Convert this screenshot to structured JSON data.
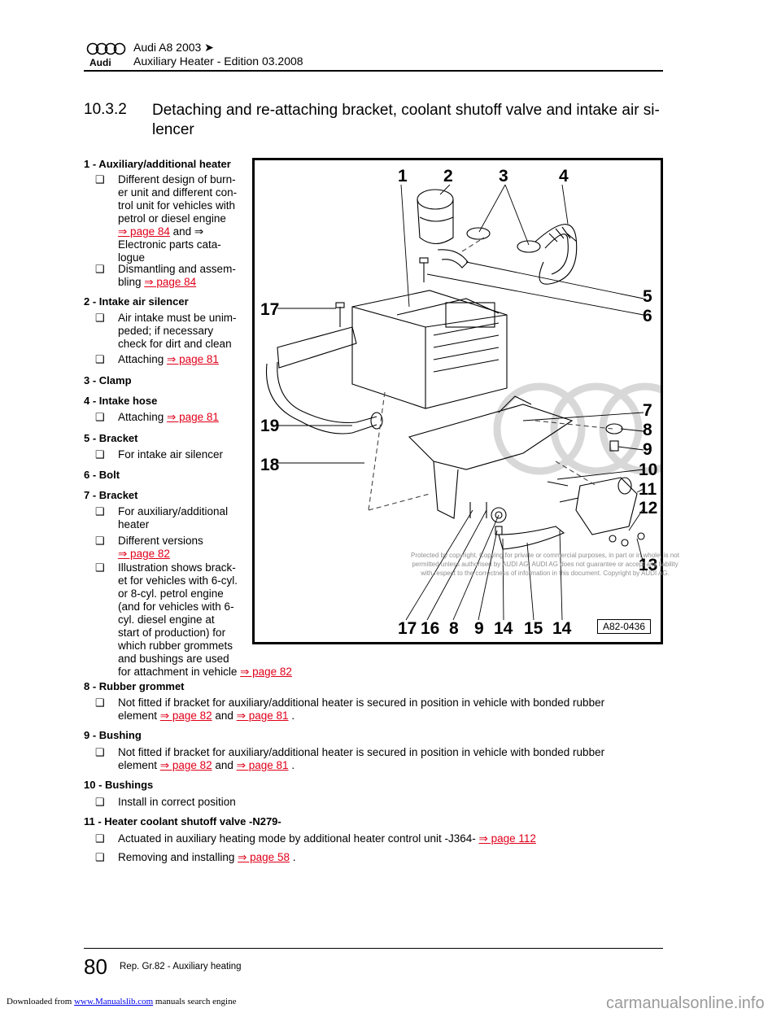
{
  "header": {
    "model": "Audi A8 2003 ➤",
    "subtitle": "Auxiliary Heater - Edition 03.2008",
    "brand": "Audi"
  },
  "section": {
    "number": "10.3.2",
    "title": "Detaching and re-attaching bracket, coolant shutoff valve and intake air si-lencer"
  },
  "items": [
    {
      "title": "1 - Auxiliary/additional heater"
    },
    {
      "title": "2 - Intake air silencer"
    },
    {
      "title": "3 - Clamp"
    },
    {
      "title": "4 - Intake hose"
    },
    {
      "title": "5 - Bracket"
    },
    {
      "title": "6 - Bolt"
    },
    {
      "title": "7 - Bracket"
    },
    {
      "title": "8 - Rubber grommet"
    },
    {
      "title": "9 - Bushing"
    },
    {
      "title": "10 - Bushings"
    },
    {
      "title": "11 - Heater coolant shutoff valve -N279-"
    }
  ],
  "bullets": {
    "i1b1": {
      "l1": "Different design of burn-",
      "l2": "er unit and different con-",
      "l3": "trol unit for vehicles with",
      "l4": "petrol or diesel engine",
      "link": "⇒ page 84",
      "l5": " and ⇒",
      "l6": "Electronic parts cata-",
      "l7": "logue"
    },
    "i1b2": {
      "l1": "Dismantling and assem-",
      "l2": "bling ",
      "link": "⇒ page 84"
    },
    "i2b1": {
      "l1": "Air intake must be unim-",
      "l2": "peded; if necessary",
      "l3": "check for dirt and clean"
    },
    "i2b2": {
      "l1": "Attaching ",
      "link": "⇒ page 81"
    },
    "i4b1": {
      "l1": "Attaching ",
      "link": "⇒ page 81"
    },
    "i5b1": {
      "l1": "For intake air silencer"
    },
    "i7b1": {
      "l1": "For auxiliary/additional",
      "l2": "heater"
    },
    "i7b2": {
      "l1": "Different versions",
      "link": "⇒ page 82"
    },
    "i7b3": {
      "l1": "Illustration shows brack-",
      "l2": "et for vehicles with 6-cyl.",
      "l3": "or 8-cyl. petrol engine",
      "l4": "(and for vehicles with 6-",
      "l5": "cyl. diesel engine at",
      "l6": "start of production) for",
      "l7": "which rubber grommets",
      "l8": "and bushings are used",
      "l9": "for attachment in vehicle ",
      "link": "⇒ page 82"
    },
    "i8b1": {
      "l1": "Not fitted if bracket for auxiliary/additional heater is secured in position in vehicle with bonded rubber",
      "l2": "element ",
      "link1": "⇒ page 82",
      "mid": " and ",
      "link2": "⇒ page 81",
      "end": " ."
    },
    "i9b1": {
      "l1": "Not fitted if bracket for auxiliary/additional heater is secured in position in vehicle with bonded rubber",
      "l2": "element ",
      "link1": "⇒ page 82",
      "mid": " and ",
      "link2": "⇒ page 81",
      "end": " ."
    },
    "i10b1": {
      "l1": "Install in correct position"
    },
    "i11b1": {
      "l1": "Actuated in auxiliary heating mode by additional heater control unit -J364- ",
      "link": "⇒ page 112"
    },
    "i11b2": {
      "l1": "Removing and installing ",
      "link": "⇒ page 58",
      "end": " ."
    }
  },
  "bullet_glyph": "❑",
  "figure": {
    "code": "A82-0436",
    "labels_top": [
      "1",
      "2",
      "3",
      "4"
    ],
    "labels_right": [
      "5",
      "6",
      "7",
      "8",
      "9",
      "10",
      "11",
      "12",
      "13"
    ],
    "labels_left": [
      "17",
      "19",
      "18"
    ],
    "labels_bottom": [
      "17",
      "16",
      "8",
      "9",
      "14",
      "15",
      "14"
    ],
    "watermark": {
      "l1": "Protected by copyright. Copying for private or commercial purposes, in part or in whole, is not",
      "l2": "permitted unless authorised by AUDI AG. AUDI AG does not guarantee or accept any liability",
      "l3": "with respect to the correctness of information in this document. Copyright by AUDI AG."
    }
  },
  "footer": {
    "page": "80",
    "section": "Rep. Gr.82 - Auxiliary heating"
  },
  "download": {
    "prefix": "Downloaded from ",
    "site": "www.Manualslib.com",
    "suffix": "  manuals search engine",
    "brand": "carmanualsonline.info"
  }
}
